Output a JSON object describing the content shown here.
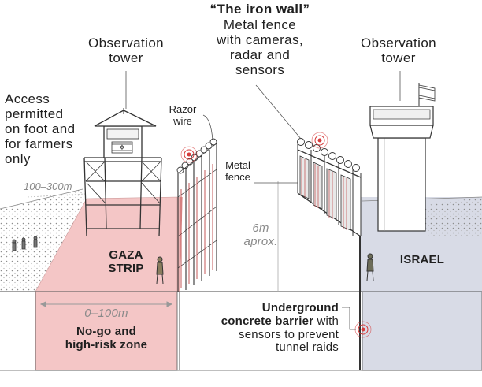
{
  "labels": {
    "iron_wall_title": "“The iron wall”",
    "iron_wall_desc": [
      "Metal fence",
      "with cameras,",
      "radar and",
      "sensors"
    ],
    "observation_tower_left": [
      "Observation",
      "tower"
    ],
    "observation_tower_right": [
      "Observation",
      "tower"
    ],
    "access_note": [
      "Access",
      "permitted",
      "on foot and",
      "for farmers",
      "only"
    ],
    "razor_wire": [
      "Razor",
      "wire"
    ],
    "metal_fence": [
      "Metal",
      "fence"
    ],
    "distance_far": "100–300m",
    "distance_near": "0–100m",
    "height": [
      "6m",
      "aprox."
    ],
    "gaza_strip": [
      "GAZA",
      "STRIP"
    ],
    "israel": "ISRAEL",
    "no_go_zone": [
      "No-go and",
      "high-risk zone"
    ],
    "underground_barrier": {
      "bold": [
        "Underground",
        "concrete barrier"
      ],
      "rest_first": " with",
      "rest": [
        "sensors to prevent",
        "tunnel raids"
      ]
    }
  },
  "colors": {
    "pink_zone": "#f2c4c4",
    "pink_fill": "#f6d3d3",
    "grey_zone": "#d9dce6",
    "ground_dots": "#9a9a9a",
    "sensor_red": "#d63a3a"
  },
  "icons": [
    "flag-israel-icon",
    "sensor-signal-icon",
    "soldier-figure-icon"
  ]
}
